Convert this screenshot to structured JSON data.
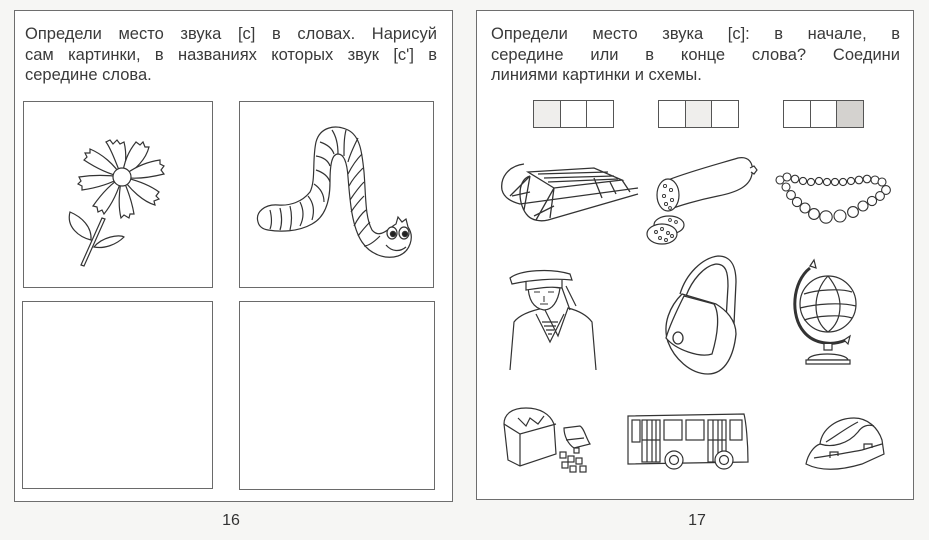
{
  "pages": {
    "left": {
      "instruction_lines": [
        "Определи место звука [с] в словах. Нарисуй",
        "сам картинки, в названиях которых звук [с'] в",
        "середине слова."
      ],
      "boxes": [
        {
          "content": "flower-picture"
        },
        {
          "content": "caterpillar-picture"
        },
        {
          "content": "empty"
        },
        {
          "content": "empty"
        }
      ],
      "page_number": "16"
    },
    "right": {
      "instruction_lines": [
        "Определи место звука [с]: в начале, в",
        "середине или в конце слова? Соедини",
        "линиями картинки и схемы."
      ],
      "schemas": [
        {
          "name": "start",
          "cells": [
            "filled",
            "empty",
            "empty"
          ]
        },
        {
          "name": "middle",
          "cells": [
            "empty",
            "filled",
            "empty"
          ]
        },
        {
          "name": "end",
          "cells": [
            "empty",
            "empty",
            "filled"
          ]
        }
      ],
      "pictures": [
        {
          "row": 1,
          "col": 1,
          "subject": "sled"
        },
        {
          "row": 1,
          "col": 2,
          "subject": "sausage"
        },
        {
          "row": 1,
          "col": 3,
          "subject": "beads"
        },
        {
          "row": 2,
          "col": 1,
          "subject": "sailor"
        },
        {
          "row": 2,
          "col": 2,
          "subject": "bag"
        },
        {
          "row": 2,
          "col": 3,
          "subject": "globe"
        },
        {
          "row": 3,
          "col": 1,
          "subject": "bread-and-cheese"
        },
        {
          "row": 3,
          "col": 2,
          "subject": "bus"
        },
        {
          "row": 3,
          "col": 3,
          "subject": "hard-hat"
        }
      ],
      "page_number": "17"
    }
  },
  "colors": {
    "frame_border": "#6e6e6e",
    "text": "#3a3a3a",
    "schema_filled_light": "#efeeec",
    "schema_filled_dark": "#d4d2cf"
  }
}
